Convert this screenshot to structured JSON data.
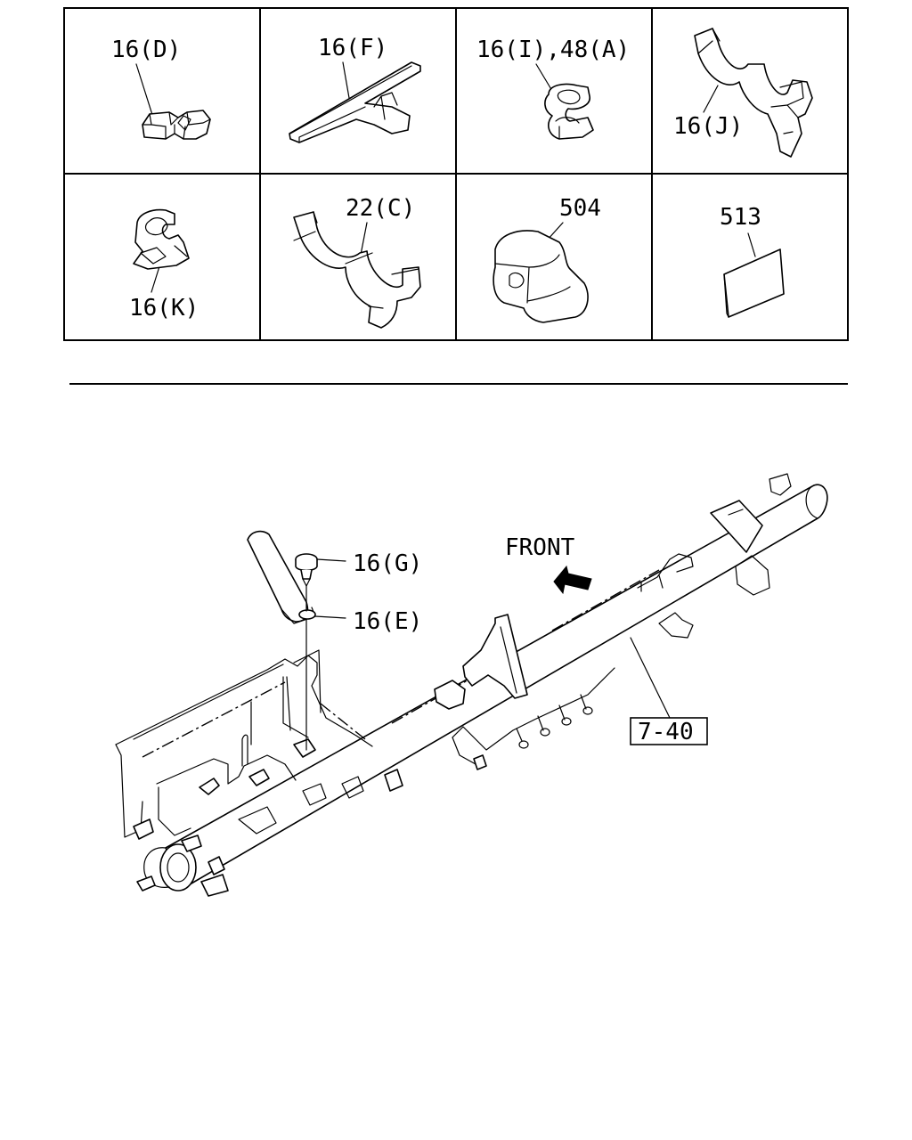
{
  "legend_cells": [
    {
      "label": "16(D)"
    },
    {
      "label": "16(F)"
    },
    {
      "label": "16(I),48(A)"
    },
    {
      "label": "16(J)"
    },
    {
      "label": "16(K)"
    },
    {
      "label": "22(C)"
    },
    {
      "label": "504"
    },
    {
      "label": "513"
    }
  ],
  "assembly": {
    "front_label": "FRONT",
    "callouts": {
      "g": "16(G)",
      "e": "16(E)",
      "ref": "7-40"
    }
  }
}
